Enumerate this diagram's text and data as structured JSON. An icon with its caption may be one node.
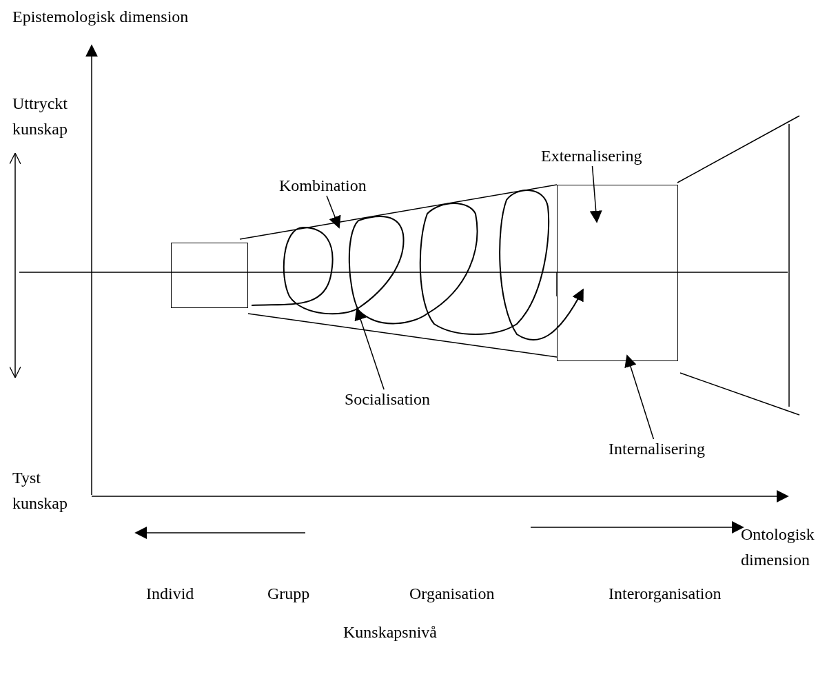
{
  "diagram": {
    "nodes": [
      {
        "text": [
          "Kombination"
        ]
      },
      {
        "text": [
          "Externalisering"
        ]
      },
      {
        "text": [
          "Socialisation"
        ]
      },
      {
        "text": [
          "Internalisering"
        ]
      },
      {
        "text": [],
        "shape": "box"
      },
      {
        "text": [],
        "shape": "box"
      },
      {
        "text": [],
        "shape": "spiral"
      }
    ],
    "edges": [
      {
        "from": 0,
        "to": 6,
        "arrow": "to"
      },
      {
        "from": 1,
        "to": 5,
        "arrow": "to"
      },
      {
        "from": 2,
        "to": 6,
        "arrow": "to"
      },
      {
        "from": 3,
        "to": 5,
        "arrow": "to"
      }
    ],
    "labels": [
      "Epistemologisk dimension",
      "Uttryckt kunskap",
      "Tyst kunskap",
      "Ontologisk dimension",
      "Individ",
      "Grupp",
      "Organisation",
      "Interorganisation",
      "Kunskapsnivå"
    ]
  }
}
